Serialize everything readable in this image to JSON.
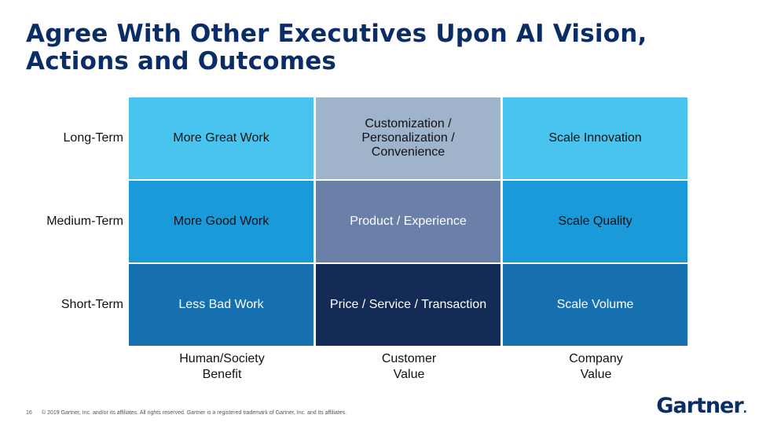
{
  "title": {
    "line1": "Agree With Other Executives Upon AI Vision,",
    "line2": "Actions and Outcomes"
  },
  "rows": [
    {
      "label": "Long-Term"
    },
    {
      "label": "Medium-Term"
    },
    {
      "label": "Short-Term"
    }
  ],
  "columns": [
    {
      "label": "Human/Society\nBenefit"
    },
    {
      "label": "Customer\nValue"
    },
    {
      "label": "Company\nValue"
    }
  ],
  "cells": [
    [
      {
        "text": "More Great Work",
        "bg": "#49c4ef",
        "fg": "#111111"
      },
      {
        "text": "Customization /\nPersonalization /\nConvenience",
        "bg": "#9fb3cb",
        "fg": "#111111"
      },
      {
        "text": "Scale Innovation",
        "bg": "#49c4ef",
        "fg": "#111111"
      }
    ],
    [
      {
        "text": "More Good Work",
        "bg": "#1a9ad9",
        "fg": "#111111"
      },
      {
        "text": "Product / Experience",
        "bg": "#6a80a9",
        "fg": "#ffffff"
      },
      {
        "text": "Scale Quality",
        "bg": "#1a9ad9",
        "fg": "#111111"
      }
    ],
    [
      {
        "text": "Less Bad Work",
        "bg": "#1670b0",
        "fg": "#ffffff"
      },
      {
        "text": "Price / Service / Transaction",
        "bg": "#132b55",
        "fg": "#ffffff"
      },
      {
        "text": "Scale Volume",
        "bg": "#1670b0",
        "fg": "#ffffff"
      }
    ]
  ],
  "footer": {
    "page_number": "16",
    "copyright": "© 2019 Gartner, Inc. and/or its affiliates. All rights reserved. Gartner is a registered trademark of Gartner, Inc. and its affiliates."
  },
  "logo": {
    "text": "Gartner",
    "dot": "."
  }
}
